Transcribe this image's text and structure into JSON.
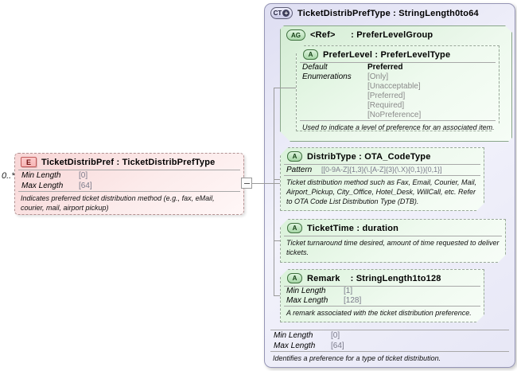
{
  "colors": {
    "element_pink": "#f8d6d6",
    "complextype_lavender": "#dedef2",
    "attribute_green": "#daf2da",
    "connector_gray": "#9a9a9a"
  },
  "diagram": {
    "multiplicity": "0..*",
    "element": {
      "icon": "E",
      "title": "TicketDistribPref : TicketDistribPrefType",
      "facets": [
        {
          "label": "Min Length",
          "value": "[0]"
        },
        {
          "label": "Max Length",
          "value": "[64]"
        }
      ],
      "note": "Indicates preferred ticket distribution method (e.g., fax, eMail, courier, mail, airport pickup)"
    },
    "complex_type": {
      "icon": "CT",
      "icon_badge": "+",
      "title": "TicketDistribPrefType : StringLength0to64",
      "facets": [
        {
          "label": "Min Length",
          "value": "[0]"
        },
        {
          "label": "Max Length",
          "value": "[64]"
        }
      ],
      "note": "Identifies a preference for a type of ticket distribution.",
      "attr_group": {
        "icon": "AG",
        "title": "<Ref>      : PreferLevelGroup",
        "attribute": {
          "icon": "A",
          "title": "PreferLevel : PreferLevelType",
          "default_label": "Default",
          "default_value": "Preferred",
          "enum_label": "Enumerations",
          "enums": [
            "[Only]",
            "[Unacceptable]",
            "[Preferred]",
            "[Required]",
            "[NoPreference]"
          ],
          "note": "Used to indicate a level of preference for an associated item."
        }
      },
      "attributes": [
        {
          "icon": "A",
          "title": "DistribType : OTA_CodeType",
          "pattern_label": "Pattern",
          "pattern": "[[0-9A-Z]{1,3}(\\.[A-Z]{3}(\\.X){0,1}){0,1}]",
          "note": "Ticket distribution method such as Fax, Email, Courier, Mail, Airport_Pickup, City_Office, Hotel_Desk, WillCall, etc. Refer to OTA Code List Distribution Type (DTB)."
        },
        {
          "icon": "A",
          "title": "TicketTime : duration",
          "note": "Ticket turnaround time desired, amount of time requested to deliver tickets."
        },
        {
          "icon": "A",
          "title": "Remark    : StringLength1to128",
          "facets": [
            {
              "label": "Min Length",
              "value": "[1]"
            },
            {
              "label": "Max Length",
              "value": "[128]"
            }
          ],
          "note": "A remark associated with the ticket distribution preference."
        }
      ]
    }
  }
}
